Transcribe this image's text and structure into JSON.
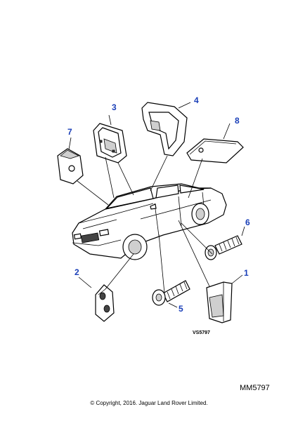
{
  "callouts": {
    "c1": "1",
    "c2": "2",
    "c3": "3",
    "c4": "4",
    "c5": "5",
    "c6": "6",
    "c7": "7",
    "c8": "8"
  },
  "diagram_ref": "VS5797",
  "mm_code": "MM5797",
  "copyright": "© Copyright, 2016. Jaguar Land Rover Limited.",
  "colors": {
    "callout": "#1a3fb8",
    "line": "#000000",
    "background": "#ffffff"
  }
}
